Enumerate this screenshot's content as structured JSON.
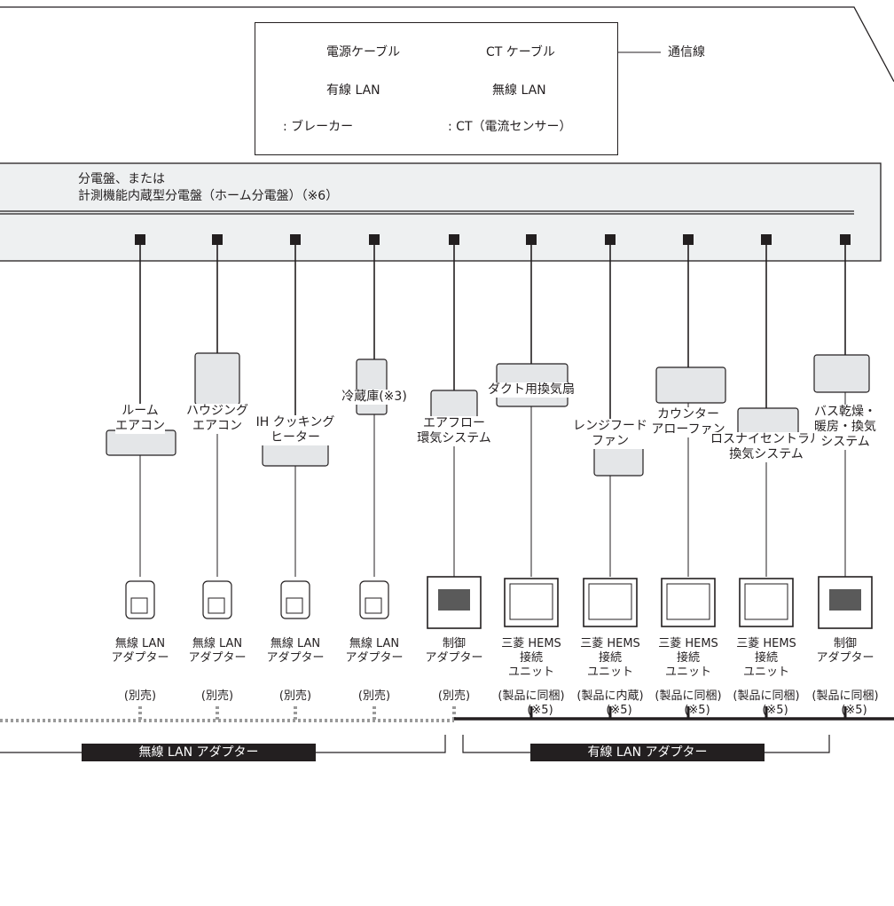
{
  "legend": {
    "power_cable": "電源ケーブル",
    "ct_cable": "CT ケーブル",
    "comm_line": "通信線",
    "wired_lan": "有線 LAN",
    "wireless_lan": "無線 LAN",
    "breaker": ": ブレーカー",
    "ct": ": CT（電流センサー）"
  },
  "panel": {
    "line1": "分電盤、または",
    "line2": "計測機能内蔵型分電盤（ホーム分電盤）（※6）"
  },
  "devices": [
    {
      "name": "ルーム",
      "name2": "エアコン"
    },
    {
      "name": "ハウジング",
      "name2": "エアコン"
    },
    {
      "name": "IH クッキング",
      "name2": "ヒーター"
    },
    {
      "name": "冷蔵庫(※3)",
      "name2": ""
    },
    {
      "name": "エアフロー",
      "name2": "環気システム"
    },
    {
      "name": "ダクト用換気扇",
      "name2": ""
    },
    {
      "name": "レンジフード",
      "name2": "ファン"
    },
    {
      "name": "カウンター",
      "name2": "アローファン"
    },
    {
      "name": "ロスナイセントラル",
      "name2": "換気システム"
    },
    {
      "name": "バス乾燥・",
      "name2": "暖房・換気",
      "name3": "システム"
    }
  ],
  "adapters": [
    {
      "l1": "無線 LAN",
      "l2": "アダプター"
    },
    {
      "l1": "無線 LAN",
      "l2": "アダプター"
    },
    {
      "l1": "無線 LAN",
      "l2": "アダプター"
    },
    {
      "l1": "無線 LAN",
      "l2": "アダプター"
    },
    {
      "l1": "制御",
      "l2": "アダプター"
    },
    {
      "l1": "三菱 HEMS",
      "l2": "接続",
      "l3": "ユニット"
    },
    {
      "l1": "三菱 HEMS",
      "l2": "接続",
      "l3": "ユニット"
    },
    {
      "l1": "三菱 HEMS",
      "l2": "接続",
      "l3": "ユニット"
    },
    {
      "l1": "三菱 HEMS",
      "l2": "接続",
      "l3": "ユニット"
    },
    {
      "l1": "制御",
      "l2": "アダプター"
    }
  ],
  "notes": {
    "sold_separately": "(別売)",
    "bundled": "(製品に同梱)",
    "built_in": "(製品に内蔵)",
    "note5": "(※5)"
  },
  "bands": {
    "wireless": "無線 LAN アダプター",
    "wired": "有線 LAN アダプター"
  }
}
